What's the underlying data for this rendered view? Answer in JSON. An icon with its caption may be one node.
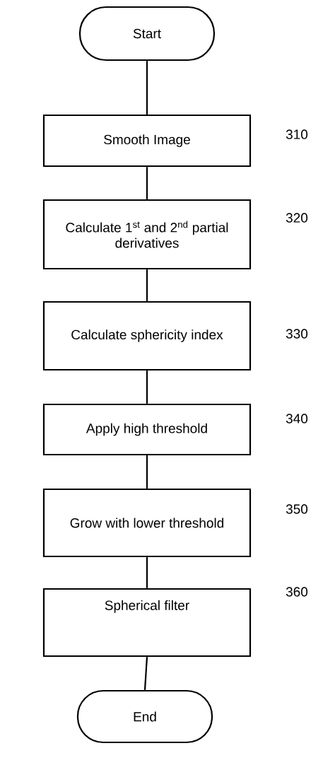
{
  "diagram": {
    "nodes": [
      {
        "text": [
          "Start"
        ]
      },
      {
        "text": [
          "Smooth Image"
        ],
        "beside": [
          "310"
        ]
      },
      {
        "text": [
          "Calculate 1$^{st}$ and 2$^{nd}$ partial derivatives"
        ],
        "beside": [
          "320"
        ]
      },
      {
        "text": [
          "Calculate sphericity index"
        ],
        "beside": [
          "330"
        ]
      },
      {
        "text": [
          "Apply high threshold"
        ],
        "beside": [
          "340"
        ]
      },
      {
        "text": [
          "Grow with lower threshold"
        ],
        "beside": [
          "350"
        ]
      },
      {
        "text": [
          "Spherical filter"
        ],
        "beside": [
          "360"
        ]
      },
      {
        "text": [
          "End"
        ]
      }
    ],
    "edges": [
      {
        "from": 0,
        "to": 1,
        "arrow": "none"
      },
      {
        "from": 1,
        "to": 2,
        "arrow": "none"
      },
      {
        "from": 2,
        "to": 3,
        "arrow": "none"
      },
      {
        "from": 3,
        "to": 4,
        "arrow": "none"
      },
      {
        "from": 4,
        "to": 5,
        "arrow": "none"
      },
      {
        "from": 5,
        "to": 6,
        "arrow": "none"
      },
      {
        "from": 6,
        "to": 7,
        "arrow": "none"
      }
    ]
  }
}
